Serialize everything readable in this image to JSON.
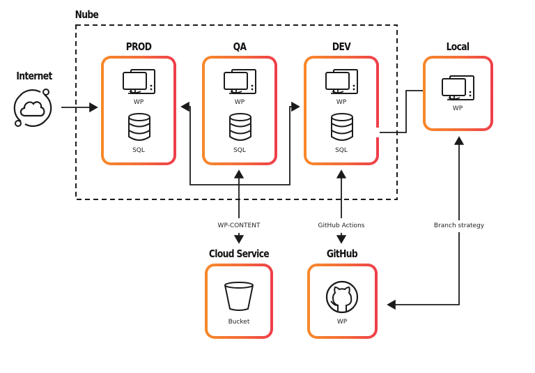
{
  "diagram": {
    "group_label": "Nube",
    "nodes": {
      "internet": {
        "title": "Internet",
        "icon": "cloud-orbit-icon"
      },
      "prod": {
        "title": "PROD",
        "items": [
          {
            "icon": "computer-icon",
            "label": "WP"
          },
          {
            "icon": "database-icon",
            "label": "SQL"
          }
        ]
      },
      "qa": {
        "title": "QA",
        "items": [
          {
            "icon": "computer-icon",
            "label": "WP"
          },
          {
            "icon": "database-icon",
            "label": "SQL"
          }
        ]
      },
      "dev": {
        "title": "DEV",
        "items": [
          {
            "icon": "computer-icon",
            "label": "WP"
          },
          {
            "icon": "database-icon",
            "label": "SQL"
          }
        ]
      },
      "local": {
        "title": "Local",
        "items": [
          {
            "icon": "computer-icon",
            "label": "WP"
          }
        ]
      },
      "cloud_service": {
        "title": "Cloud Service",
        "items": [
          {
            "icon": "bucket-icon",
            "label": "Bucket"
          }
        ]
      },
      "github": {
        "title": "GitHub",
        "items": [
          {
            "icon": "github-icon",
            "label": "WP"
          }
        ]
      }
    },
    "edges": [
      {
        "from": "internet",
        "to": "prod",
        "label": ""
      },
      {
        "from": "qa",
        "to": "prod",
        "label": ""
      },
      {
        "from": "qa",
        "to": "dev",
        "label": ""
      },
      {
        "from": "local",
        "to": "dev",
        "label": ""
      },
      {
        "from": "qa",
        "to": "cloud_service",
        "label": "WP-CONTENT",
        "bidirectional": true
      },
      {
        "from": "dev",
        "to": "github",
        "label": "GitHub Actions",
        "bidirectional": true
      },
      {
        "from": "local",
        "to": "github",
        "label": "Branch strategy",
        "bidirectional": true
      }
    ],
    "colors": {
      "gradient_start": "#f7892a",
      "gradient_end": "#ef3d4a",
      "line": "#1a1a1a"
    }
  }
}
